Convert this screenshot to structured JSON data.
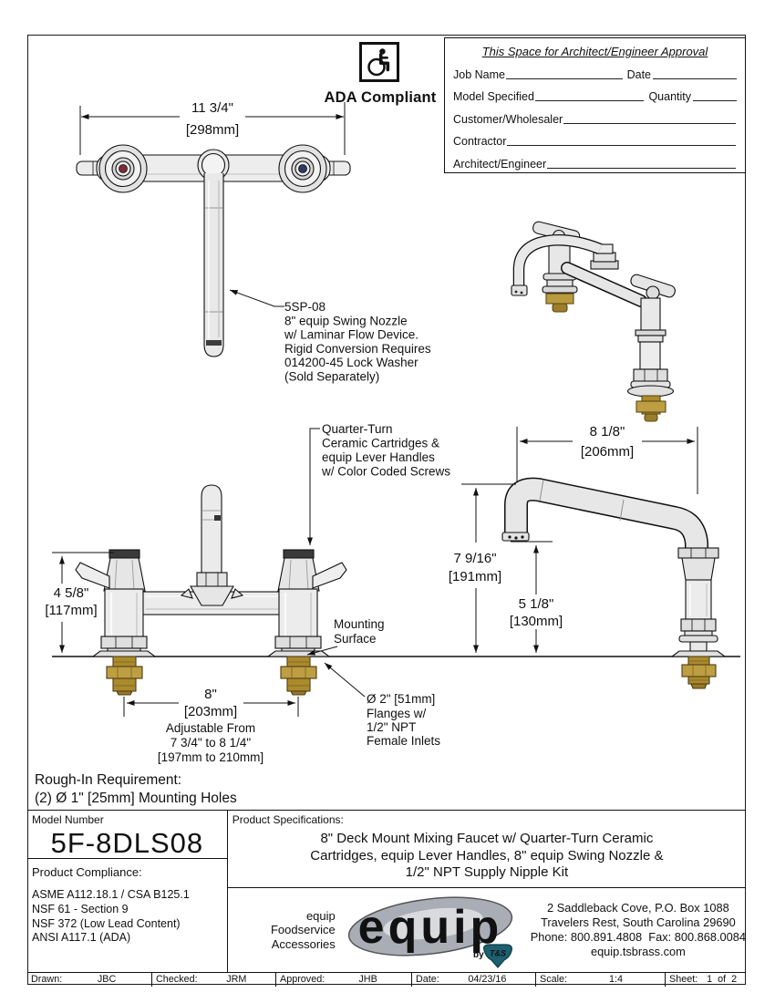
{
  "colors": {
    "line": "#1a1a1a",
    "brass": "#ab8a2e",
    "hot_red": "#7d2b38",
    "cold_blue": "#2e3a64",
    "badge_teal": "#1d6070",
    "logo_gray": "#a9aeb6"
  },
  "ada": {
    "label": "ADA Compliant"
  },
  "approval": {
    "title": "This Space for Architect/Engineer Approval",
    "rows": [
      {
        "label": "Job Name",
        "label2": "Date"
      },
      {
        "label": "Model Specified",
        "label2": "Quantity"
      },
      {
        "label": "Customer/Wholesaler"
      },
      {
        "label": "Contractor"
      },
      {
        "label": "Architect/Engineer"
      }
    ]
  },
  "top_view": {
    "width_in": "11 3/4\"",
    "width_mm": "[298mm]",
    "nozzle_callout": [
      "5SP-08",
      "8\" equip Swing Nozzle",
      "w/ Laminar Flow Device.",
      "Rigid Conversion Requires",
      "014200-45 Lock Washer",
      "(Sold Separately)"
    ]
  },
  "front_view": {
    "cartridge_callout": [
      "Quarter-Turn",
      "Ceramic Cartridges &",
      "equip Lever Handles",
      "w/ Color Coded Screws"
    ],
    "height_in": "4 5/8\"",
    "height_mm": "[117mm]",
    "centers_in": "8\"",
    "centers_mm": "[203mm]",
    "adjustable": [
      "Adjustable From",
      "7 3/4\" to 8 1/4\"",
      "[197mm to 210mm]"
    ],
    "mounting": [
      "Mounting",
      "Surface"
    ],
    "flange_callout": [
      "Ø 2\" [51mm]",
      "Flanges w/",
      "1/2\" NPT",
      "Female Inlets"
    ]
  },
  "side_view": {
    "reach_in": "8 1/8\"",
    "reach_mm": "[206mm]",
    "spout_height_in": "7 9/16\"",
    "spout_height_mm": "[191mm]",
    "outlet_height_in": "5 1/8\"",
    "outlet_height_mm": "[130mm]"
  },
  "rough_in": [
    "Rough-In Requirement:",
    "(2) Ø 1\" [25mm] Mounting Holes"
  ],
  "title_block": {
    "model_label": "Model Number",
    "model": "5F-8DLS08",
    "compliance_label": "Product Compliance:",
    "compliance": [
      "ASME A112.18.1 / CSA B125.1",
      "NSF 61 - Section 9",
      "NSF 372 (Low Lead Content)",
      "ANSI A117.1 (ADA)"
    ],
    "specs_label": "Product Specifications:",
    "specs": [
      "8\" Deck Mount Mixing Faucet w/ Quarter-Turn Ceramic",
      "Cartridges, equip Lever Handles, 8\" equip Swing Nozzle &",
      "1/2\" NPT Supply Nipple Kit"
    ],
    "brand": {
      "tagline": [
        "equip",
        "Foodservice",
        "Accessories"
      ],
      "logo_word": "equip",
      "by": "by",
      "badge": "T&S",
      "address": [
        "2 Saddleback Cove, P.O. Box 1088",
        "Travelers Rest, South Carolina 29690",
        "Phone: 800.891.4808  Fax: 800.868.0084",
        "equip.tsbrass.com"
      ]
    },
    "footer": {
      "drawn_label": "Drawn:",
      "drawn": "JBC",
      "checked_label": "Checked:",
      "checked": "JRM",
      "approved_label": "Approved:",
      "approved": "JHB",
      "date_label": "Date:",
      "date": "04/23/16",
      "scale_label": "Scale:",
      "scale": "1:4",
      "sheet_label": "Sheet:",
      "sheet": "1  of  2"
    }
  }
}
